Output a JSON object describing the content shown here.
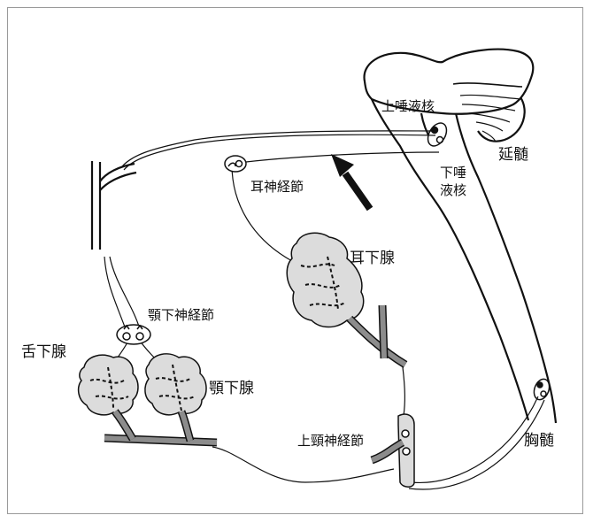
{
  "labels": {
    "superior_salivatory_nucleus": "上唾液核",
    "inferior_salivatory_nucleus_line1": "下唾",
    "inferior_salivatory_nucleus_line2": "液核",
    "medulla": "延髄",
    "otic_ganglion": "耳神経節",
    "parotid_gland": "耳下腺",
    "submandibular_ganglion": "顎下神経節",
    "sublingual_gland": "舌下腺",
    "submandibular_gland": "顎下腺",
    "superior_cervical_ganglion": "上頸神経節",
    "thoracic_cord": "胸髄"
  },
  "colors": {
    "line": "#111111",
    "duct": "#8c8c8c",
    "gland_fill": "#dcdcdc",
    "frame": "#9a9a9a"
  }
}
